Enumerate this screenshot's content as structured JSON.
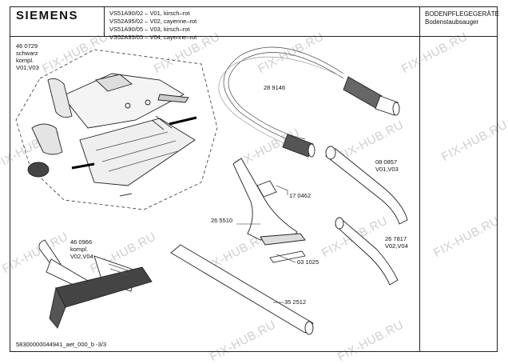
{
  "header": {
    "brand": "SIEMENS",
    "variants": [
      "VS51A90/02 – V01, kirsch–rot",
      "VS52A95/02 – V02, cayenne–rot",
      "VS51A90/05 – V03, kirsch–rot",
      "VS52A95/05 – V04, cayenne–rot"
    ],
    "category": "BODENPFLEGEGERÄTE",
    "subcategory": "Bodenstaubsauger"
  },
  "parts": {
    "floor_nozzle_a": {
      "number": "46 0729",
      "color": "schwarz",
      "note": "kompl.",
      "versions": "V01,V03"
    },
    "hose": {
      "number": "28 9146"
    },
    "handle": {
      "number": "08 0857",
      "versions": "V01,V03"
    },
    "clip": {
      "number": "17 0462"
    },
    "crevice_nozzle": {
      "number": "26 5510"
    },
    "floor_nozzle_b": {
      "number": "46 0966",
      "note": "kompl.",
      "versions": "V02,V04"
    },
    "brush_strip": {
      "number": "03 1025"
    },
    "handle_b": {
      "number": "26 7817",
      "versions": "V02,V04"
    },
    "tube": {
      "number": "35 2512"
    }
  },
  "footer": {
    "doc_id": "58300000044941_aet_000_b",
    "page": "-3/3"
  },
  "watermark": {
    "text": "FIX-HUB.RU",
    "color": "#cfcfcf"
  }
}
